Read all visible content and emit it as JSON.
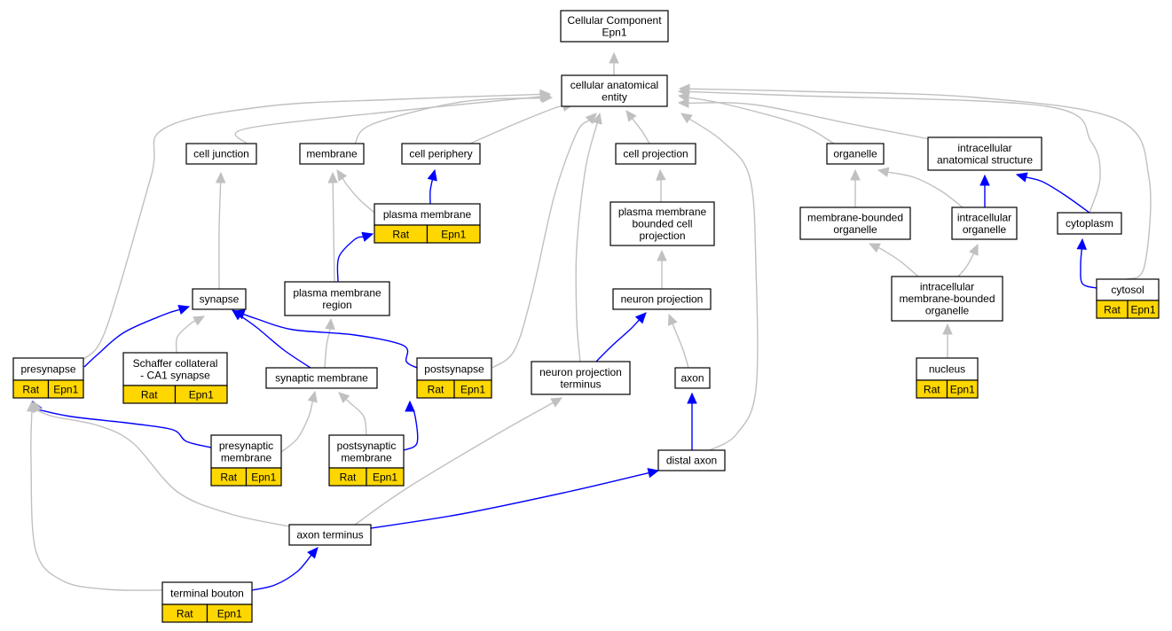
{
  "nodes": {
    "root": {
      "lines": [
        "Cellular Component",
        "Epn1"
      ]
    },
    "cae": {
      "lines": [
        "cellular anatomical",
        "entity"
      ]
    },
    "cell_junction": {
      "lines": [
        "cell junction"
      ]
    },
    "membrane": {
      "lines": [
        "membrane"
      ]
    },
    "cell_periphery": {
      "lines": [
        "cell periphery"
      ]
    },
    "cell_projection": {
      "lines": [
        "cell projection"
      ]
    },
    "organelle": {
      "lines": [
        "organelle"
      ]
    },
    "ias": {
      "lines": [
        "intracellular",
        "anatomical structure"
      ]
    },
    "plasma_membrane": {
      "lines": [
        "plasma membrane"
      ],
      "tags": [
        "Rat",
        "Epn1"
      ]
    },
    "pmbcp": {
      "lines": [
        "plasma membrane",
        "bounded cell",
        "projection"
      ]
    },
    "mbo": {
      "lines": [
        "membrane-bounded",
        "organelle"
      ]
    },
    "io": {
      "lines": [
        "intracellular",
        "organelle"
      ]
    },
    "cytoplasm": {
      "lines": [
        "cytoplasm"
      ]
    },
    "synapse": {
      "lines": [
        "synapse"
      ]
    },
    "pmr": {
      "lines": [
        "plasma membrane",
        "region"
      ]
    },
    "neuron_projection": {
      "lines": [
        "neuron projection"
      ]
    },
    "imbo": {
      "lines": [
        "intracellular",
        "membrane-bounded",
        "organelle"
      ]
    },
    "cytosol": {
      "lines": [
        "cytosol"
      ],
      "tags": [
        "Rat",
        "Epn1"
      ]
    },
    "presynapse": {
      "lines": [
        "presynapse"
      ],
      "tags": [
        "Rat",
        "Epn1"
      ]
    },
    "schaffer": {
      "lines": [
        "Schaffer collateral",
        "- CA1 synapse"
      ],
      "tags": [
        "Rat",
        "Epn1"
      ]
    },
    "synaptic_membrane": {
      "lines": [
        "synaptic membrane"
      ]
    },
    "postsynapse": {
      "lines": [
        "postsynapse"
      ],
      "tags": [
        "Rat",
        "Epn1"
      ]
    },
    "npt": {
      "lines": [
        "neuron projection",
        "terminus"
      ]
    },
    "axon": {
      "lines": [
        "axon"
      ]
    },
    "nucleus": {
      "lines": [
        "nucleus"
      ],
      "tags": [
        "Rat",
        "Epn1"
      ]
    },
    "presyn_mem": {
      "lines": [
        "presynaptic",
        "membrane"
      ],
      "tags": [
        "Rat",
        "Epn1"
      ]
    },
    "postsyn_mem": {
      "lines": [
        "postsynaptic",
        "membrane"
      ],
      "tags": [
        "Rat",
        "Epn1"
      ]
    },
    "distal_axon": {
      "lines": [
        "distal axon"
      ]
    },
    "axon_terminus": {
      "lines": [
        "axon terminus"
      ]
    },
    "terminal_bouton": {
      "lines": [
        "terminal bouton"
      ],
      "tags": [
        "Rat",
        "Epn1"
      ]
    }
  },
  "edges": [
    {
      "from": "cae",
      "to": "root",
      "relation": "is_a"
    },
    {
      "from": "cell_junction",
      "to": "cae",
      "relation": "is_a"
    },
    {
      "from": "membrane",
      "to": "cae",
      "relation": "is_a"
    },
    {
      "from": "cell_periphery",
      "to": "cae",
      "relation": "is_a"
    },
    {
      "from": "cell_projection",
      "to": "cae",
      "relation": "is_a"
    },
    {
      "from": "organelle",
      "to": "cae",
      "relation": "is_a"
    },
    {
      "from": "ias",
      "to": "cae",
      "relation": "is_a"
    },
    {
      "from": "cytoplasm",
      "to": "cae",
      "relation": "is_a"
    },
    {
      "from": "cytosol",
      "to": "cae",
      "relation": "is_a"
    },
    {
      "from": "presynapse",
      "to": "cae",
      "relation": "is_a"
    },
    {
      "from": "postsynapse",
      "to": "cae",
      "relation": "is_a"
    },
    {
      "from": "npt",
      "to": "cae",
      "relation": "is_a"
    },
    {
      "from": "distal_axon",
      "to": "cae",
      "relation": "is_a"
    },
    {
      "from": "plasma_membrane",
      "to": "membrane",
      "relation": "is_a"
    },
    {
      "from": "plasma_membrane",
      "to": "cell_periphery",
      "relation": "part_of"
    },
    {
      "from": "pmbcp",
      "to": "cell_projection",
      "relation": "is_a"
    },
    {
      "from": "mbo",
      "to": "organelle",
      "relation": "is_a"
    },
    {
      "from": "io",
      "to": "organelle",
      "relation": "is_a"
    },
    {
      "from": "io",
      "to": "ias",
      "relation": "part_of"
    },
    {
      "from": "cytoplasm",
      "to": "ias",
      "relation": "part_of"
    },
    {
      "from": "synapse",
      "to": "cell_junction",
      "relation": "is_a"
    },
    {
      "from": "pmr",
      "to": "membrane",
      "relation": "is_a"
    },
    {
      "from": "pmr",
      "to": "plasma_membrane",
      "relation": "part_of"
    },
    {
      "from": "neuron_projection",
      "to": "pmbcp",
      "relation": "is_a"
    },
    {
      "from": "imbo",
      "to": "mbo",
      "relation": "is_a"
    },
    {
      "from": "imbo",
      "to": "io",
      "relation": "is_a"
    },
    {
      "from": "cytosol",
      "to": "cytoplasm",
      "relation": "part_of"
    },
    {
      "from": "presynapse",
      "to": "synapse",
      "relation": "part_of"
    },
    {
      "from": "schaffer",
      "to": "synapse",
      "relation": "is_a"
    },
    {
      "from": "synaptic_membrane",
      "to": "synapse",
      "relation": "part_of"
    },
    {
      "from": "synaptic_membrane",
      "to": "pmr",
      "relation": "is_a"
    },
    {
      "from": "postsynapse",
      "to": "synapse",
      "relation": "part_of"
    },
    {
      "from": "npt",
      "to": "neuron_projection",
      "relation": "part_of"
    },
    {
      "from": "axon",
      "to": "neuron_projection",
      "relation": "is_a"
    },
    {
      "from": "nucleus",
      "to": "imbo",
      "relation": "is_a"
    },
    {
      "from": "presyn_mem",
      "to": "synaptic_membrane",
      "relation": "is_a"
    },
    {
      "from": "presyn_mem",
      "to": "presynapse",
      "relation": "part_of"
    },
    {
      "from": "postsyn_mem",
      "to": "synaptic_membrane",
      "relation": "is_a"
    },
    {
      "from": "postsyn_mem",
      "to": "postsynapse",
      "relation": "part_of"
    },
    {
      "from": "distal_axon",
      "to": "axon",
      "relation": "part_of"
    },
    {
      "from": "axon_terminus",
      "to": "distal_axon",
      "relation": "part_of"
    },
    {
      "from": "axon_terminus",
      "to": "npt",
      "relation": "is_a"
    },
    {
      "from": "axon_terminus",
      "to": "presynapse",
      "relation": "is_a"
    },
    {
      "from": "terminal_bouton",
      "to": "axon_terminus",
      "relation": "part_of"
    },
    {
      "from": "terminal_bouton",
      "to": "presynapse",
      "relation": "is_a"
    }
  ],
  "colors": {
    "is_a_edge": "#c0c0c0",
    "part_of_edge": "#0000ff",
    "tag_fill": "#ffd700"
  }
}
